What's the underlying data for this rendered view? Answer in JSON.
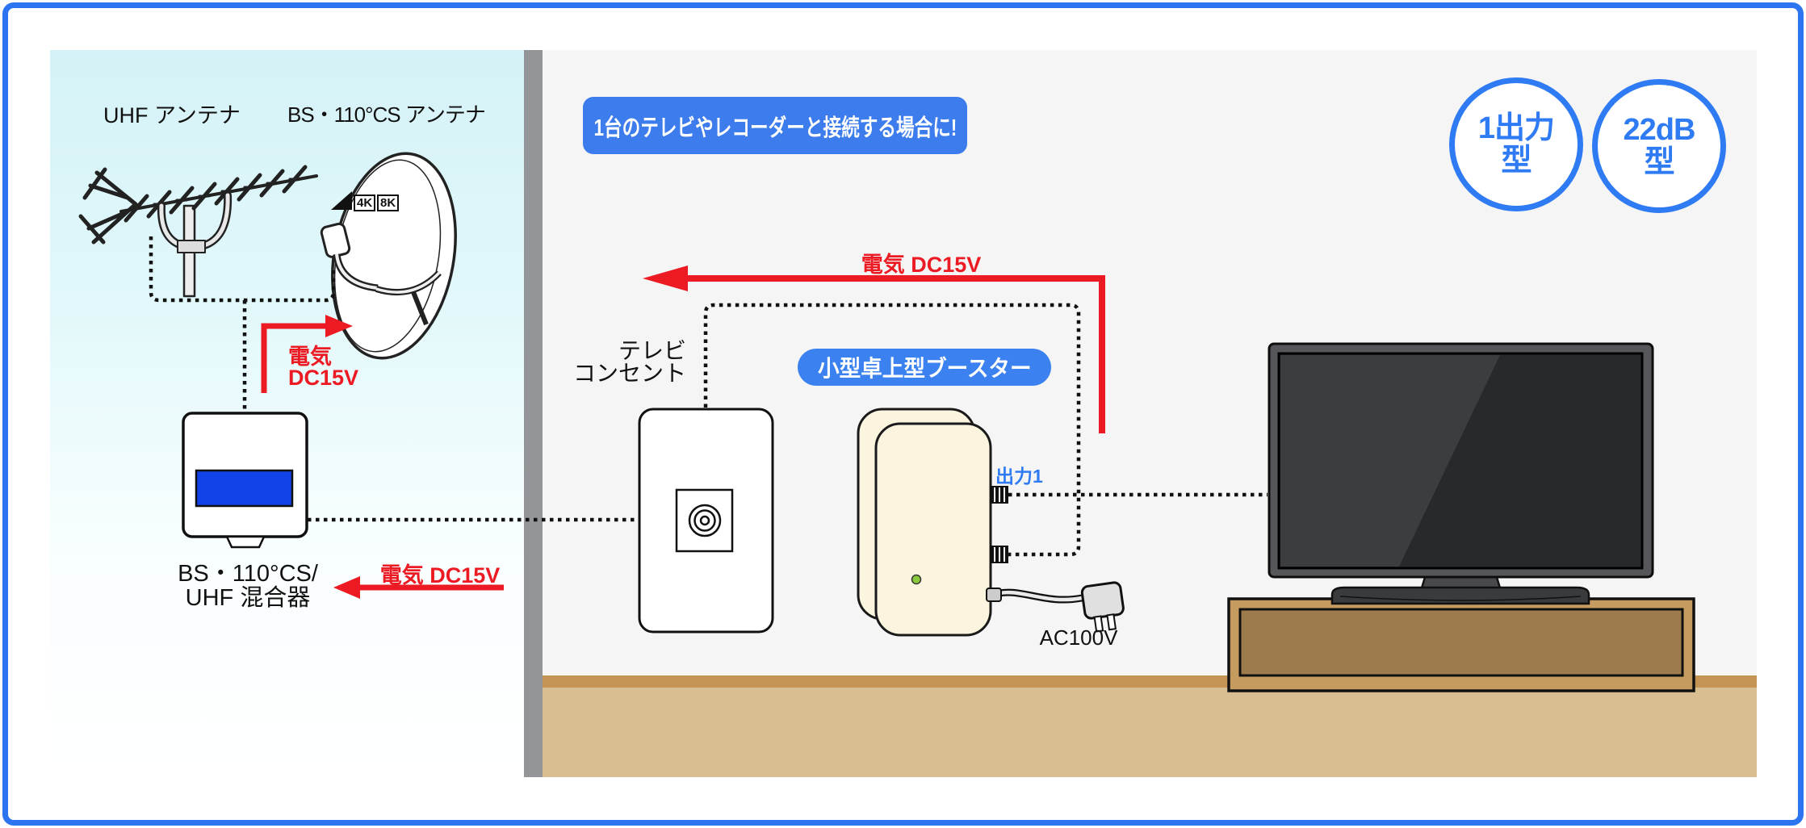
{
  "banner": {
    "label": "1台のテレビやレコーダーと接続する場合に!"
  },
  "badges": {
    "output_type": {
      "line1": "1出力",
      "line2": "型"
    },
    "gain_type": {
      "line1": "22dB",
      "line2": "型"
    }
  },
  "outdoor": {
    "uhf_antenna_label": "UHF アンテナ",
    "bs_antenna_label": "BS・110°CS アンテナ",
    "dish_badge_4k": "4K",
    "dish_badge_8k": "8K",
    "mixer_label_line1": "BS・110°CS/",
    "mixer_label_line2": "UHF 混合器",
    "power_up_label": {
      "line1": "電気",
      "line2": "DC15V"
    },
    "power_to_mixer_label": "電気 DC15V"
  },
  "indoor": {
    "outlet_label_line1": "テレビ",
    "outlet_label_line2": "コンセント",
    "booster_label": "小型卓上型ブースター",
    "output1_label": "出力1",
    "power_label": "電気 DC15V",
    "ac_label": "AC100V"
  },
  "colors": {
    "frame_blue": "#2C74F0",
    "banner_blue": "#3C7CEC",
    "pill_blue": "#3B82F0",
    "badge_blue": "#2E7BF4",
    "power_red": "#EC1B23",
    "outdoor_sky": "#D4F2F7",
    "wall_gray": "#939598",
    "indoor_gray": "#F5F5F6",
    "floor_tan": "#D9BE92",
    "floor_edge_tan": "#C49455",
    "booster_cream": "#FBF4DE",
    "mixer_window_blue": "#1243E8"
  }
}
